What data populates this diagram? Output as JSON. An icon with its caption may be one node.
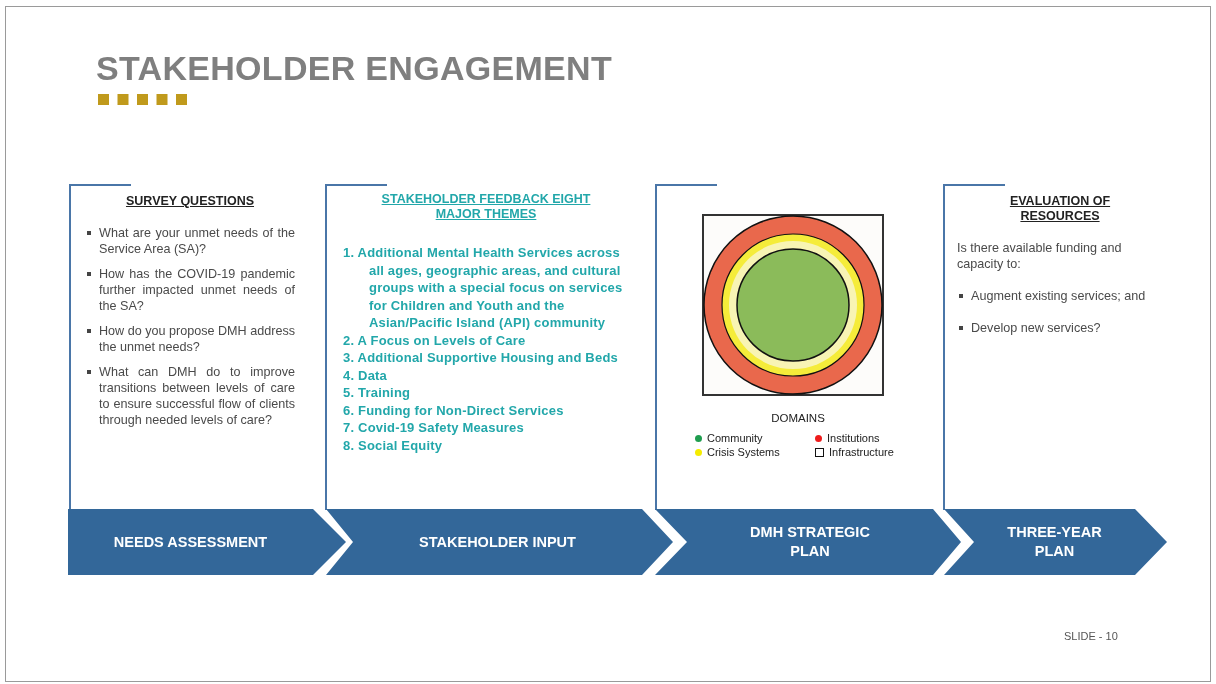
{
  "diagram": {
    "title": "STAKEHOLDER ENGAGEMENT",
    "nodes": [
      {
        "text": [
          "SURVEY QUESTIONS",
          "What are your unmet needs of the Service Area (SA)?",
          "How has the COVID-19 pandemic further impacted unmet needs of the SA?",
          "How do you propose DMH address the unmet needs?",
          "What can DMH do to improve transitions between levels of care to ensure successful flow of clients through needed levels of care?"
        ]
      },
      {
        "text": [
          "STAKEHOLDER FEEDBACK EIGHT MAJOR THEMES",
          "1. Additional Mental Health Services across all ages, geographic areas, and cultural groups with a special focus on services for Children and Youth and the Asian/Pacific Island (API) community",
          "2. A Focus on Levels of Care",
          "3. Additional Supportive Housing and Beds",
          "4. Data",
          "5. Training",
          "6. Funding for Non-Direct Services",
          "7. Covid-19 Safety Measures",
          "8. Social Equity"
        ]
      },
      {
        "text": [
          "DOMAINS"
        ]
      },
      {
        "text": [
          "EVALUATION OF RESOURCES",
          "Is there available funding and capacity to:",
          "Augment existing services; and",
          "Develop new services?"
        ]
      },
      {
        "text": [
          "NEEDS ASSESSMENT"
        ]
      },
      {
        "text": [
          "STAKEHOLDER INPUT"
        ]
      },
      {
        "text": [
          "DMH STRATEGIC PLAN"
        ]
      },
      {
        "text": [
          "THREE-YEAR PLAN"
        ]
      }
    ],
    "labels": [
      "SLIDE - 10"
    ],
    "legend": [
      {
        "text": "Community",
        "color": "#1f9d4f"
      },
      {
        "text": "Institutions",
        "color": "#ee1c1c"
      },
      {
        "text": "Crisis Systems",
        "color": "#f5ec00"
      },
      {
        "text": "Infrastructure"
      }
    ]
  }
}
